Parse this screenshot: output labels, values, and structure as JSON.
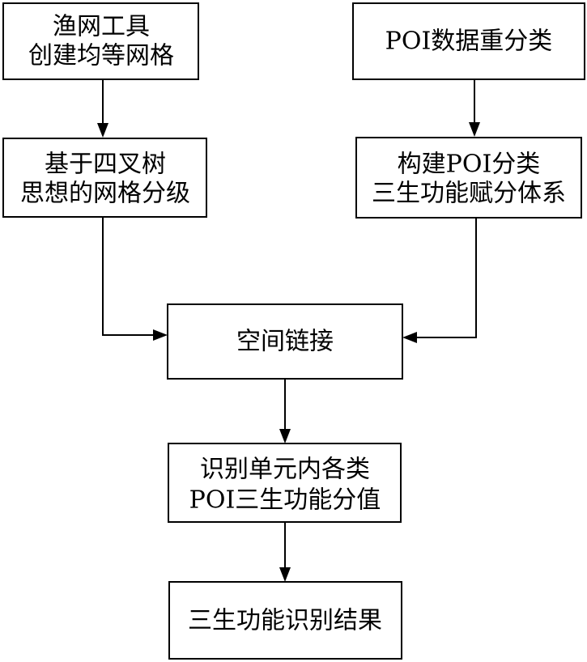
{
  "nodes": {
    "fishnet": {
      "lines": [
        "渔网工具",
        "创建均等网格"
      ]
    },
    "quadtree": {
      "lines": [
        "基于四叉树",
        "思想的网格分级"
      ]
    },
    "poi_reclass": {
      "lines": [
        "POI数据重分类"
      ]
    },
    "poi_scoring": {
      "lines": [
        "构建POI分类",
        "三生功能赋分体系"
      ]
    },
    "spatial_join": {
      "lines": [
        "空间链接"
      ]
    },
    "unit_scores": {
      "lines": [
        "识别单元内各类",
        "POI三生功能分值"
      ]
    },
    "result": {
      "lines": [
        "三生功能识别结果"
      ]
    }
  }
}
